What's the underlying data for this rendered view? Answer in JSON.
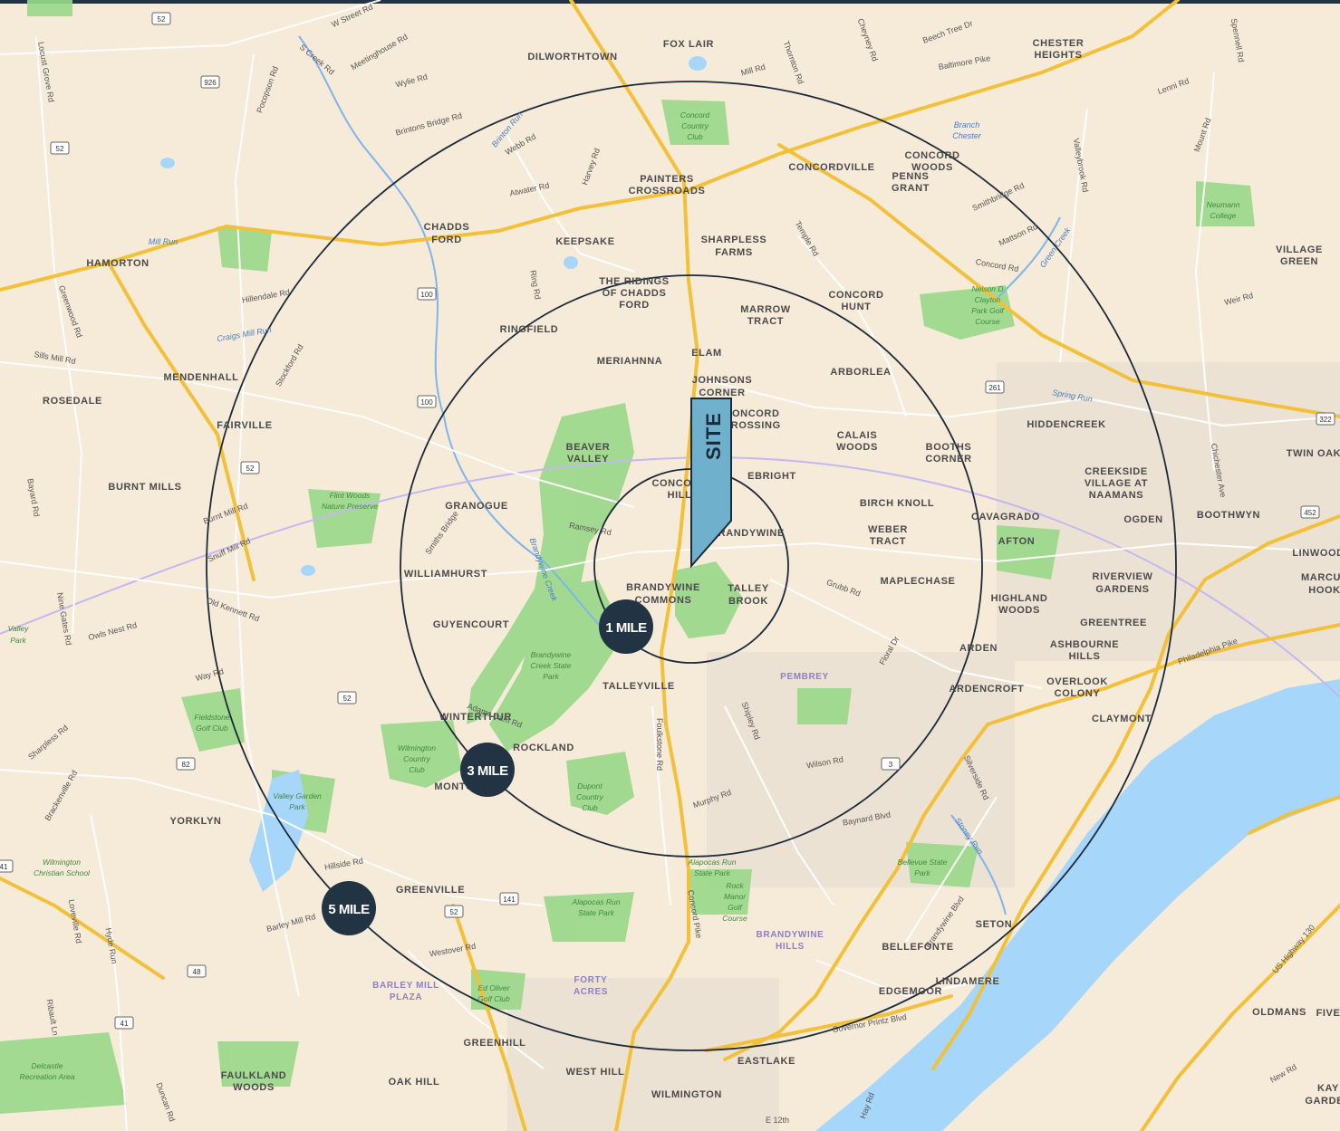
{
  "colors": {
    "land": "#f6ead9",
    "park": "#9ad88a",
    "water": "#a7d6fb",
    "highway": "#f3c03a",
    "minor_road": "#ffffff",
    "ring": "#1c2b3a",
    "badge": "#223344",
    "site_marker": "#6fb0cc",
    "boundary": "#c4b8f0"
  },
  "radius_badges": [
    {
      "label": "1 MILE"
    },
    {
      "label": "3 MILE"
    },
    {
      "label": "5 MILE"
    }
  ],
  "site_marker": {
    "label": "SITE",
    "icon": "flag-pin-icon"
  },
  "places": [
    "FOX LAIR",
    "DILWORTHTOWN",
    "CHESTER",
    "HEIGHTS",
    "CONCORDVILLE",
    "CONCORD",
    "WOODS",
    "PENNS",
    "GRANT",
    "PAINTERS",
    "CROSSROADS",
    "CHADDS",
    "FORD",
    "KEEPSAKE",
    "SHARPLESS",
    "FARMS",
    "HAMORTON",
    "THE RIDINGS",
    "OF CHADDS",
    "FORD",
    "CONCORD",
    "HUNT",
    "MARROW",
    "TRACT",
    "RINGFIELD",
    "VILLAGE",
    "GREEN",
    "ELAM",
    "MERIAHNNA",
    "ARBORLEA",
    "MENDENHALL",
    "JOHNSONS",
    "CORNER",
    "ROSEDALE",
    "CONCORD",
    "CROSSING",
    "CALAIS",
    "WOODS",
    "HIDDENCREEK",
    "FAIRVILLE",
    "BEAVER",
    "VALLEY",
    "BOOTHS",
    "CORNER",
    "TWIN OAK",
    "EBRIGHT",
    "CREEKSIDE",
    "VILLAGE AT",
    "NAAMANS",
    "BURNT MILLS",
    "CONCORD",
    "HILL",
    "GRANOGUE",
    "BIRCH KNOLL",
    "CAVAGRADO",
    "OGDEN",
    "BOOTHWYN",
    "BRANDYWINE",
    "WEBER",
    "TRACT",
    "AFTON",
    "LINWOOD",
    "WILLIAMHURST",
    "MAPLECHASE",
    "RIVERVIEW",
    "GARDENS",
    "MARCUS",
    "HOOK",
    "BRANDYWINE",
    "COMMONS",
    "TALLEY",
    "BROOK",
    "HIGHLAND",
    "WOODS",
    "GUYENCOURT",
    "GREENTREE",
    "ASHBOURNE",
    "HILLS",
    "ARDEN",
    "TALLEYVILLE",
    "ARDENCROFT",
    "OVERLOOK",
    "COLONY",
    "WINTERTHUR",
    "CLAYMONT",
    "ROCKLAND",
    "MONTCHANIN",
    "YORKLYN",
    "GREENVILLE",
    "SETON",
    "BELLEFONTE",
    "LINDAMERE",
    "EDGEMOOR",
    "OLDMANS",
    "FIVE",
    "GREENHILL",
    "EASTLAKE",
    "FAULKLAND",
    "WOODS",
    "OAK HILL",
    "WEST HILL",
    "WILMINGTON",
    "KAY",
    "GARDEN"
  ],
  "purple_places": [
    "PEMBREY",
    "BRANDYWINE",
    "HILLS",
    "BARLEY MILL",
    "PLAZA",
    "FORTY",
    "ACRES"
  ],
  "roads": [
    "Baltimore Pike",
    "Beech Tree Dr",
    "S Creek Rd",
    "W Street Rd",
    "Meetinghouse Rd",
    "Wylie Rd",
    "Brintons Bridge Rd",
    "Webb Rd",
    "Atwater Rd",
    "Harvey Rd",
    "Mill Rd",
    "Thornton Rd",
    "Cheyney Rd",
    "Locust Grove Rd",
    "Pocopson Rd",
    "Hillendale Rd",
    "Greenwood Rd",
    "Sills Mill Rd",
    "Stockford Rd",
    "Ring Rd",
    "Temple Rd",
    "Smithbridge Rd",
    "Mattson Rd",
    "Concord Rd",
    "Valleybrook Rd",
    "Lenni Rd",
    "Mount Rd",
    "Weir Rd",
    "Burnt Mill Rd",
    "Snuff Mill Rd",
    "Old Kennett Rd",
    "Nine Gates Rd",
    "Owls Nest Rd",
    "Way Rd",
    "Smiths Bridge",
    "Ramsey Rd",
    "Grubb Rd",
    "Floral Dr",
    "Shipley Rd",
    "Foulkstone Rd",
    "Wilson Rd",
    "Murphy Rd",
    "Baynard Blvd",
    "Silverside Rd",
    "Philadelphia Pike",
    "Chichester Ave",
    "Adams Dam Rd",
    "Hillside Rd",
    "Barley Mill Rd",
    "Westover Rd",
    "Concord Pike",
    "Brandywine Blvd",
    "Governor Printz Blvd",
    "US Highway 130",
    "New Rd",
    "Hay Rd",
    "Sharpless Rd",
    "Brackenville Rd",
    "Loveville Rd",
    "Hyde Run",
    "Ribault Ln",
    "Duncan Rd",
    "E 12th",
    "Bayard Rd",
    "Spennell Rd"
  ],
  "route_shields": [
    "52",
    "926",
    "52",
    "100",
    "100",
    "52",
    "52",
    "82",
    "141",
    "52",
    "48",
    "41",
    "261",
    "3",
    "322",
    "452",
    "41"
  ],
  "parks": [
    "Concord",
    "Country",
    "Club",
    "Neumann",
    "College",
    "Nelson D",
    "Clayton",
    "Park Golf",
    "Course",
    "Flint Woods",
    "Nature Preserve",
    "Brandywine",
    "Creek State",
    "Park",
    "Fieldstone",
    "Golf Club",
    "Wilmington",
    "Country",
    "Club",
    "Dupont",
    "Country",
    "Club",
    "Valley Garden",
    "Park",
    "Alapocas Run",
    "State Park",
    "Rock",
    "Manor",
    "Golf",
    "Course",
    "Bellevue State",
    "Park",
    "Alapocas Run",
    "State Park",
    "Ed Oliver",
    "Golf Club",
    "Wilmington",
    "Christian School",
    "Delcastle",
    "Recreation Area",
    "Valley",
    "Park"
  ],
  "water_labels": [
    "Branch",
    "Chester",
    "Brinton Run",
    "Craigs Mill Run",
    "Spring Run",
    "Green Creek",
    "Brandywine Creek",
    "Stoney Run",
    "Mill Run"
  ]
}
